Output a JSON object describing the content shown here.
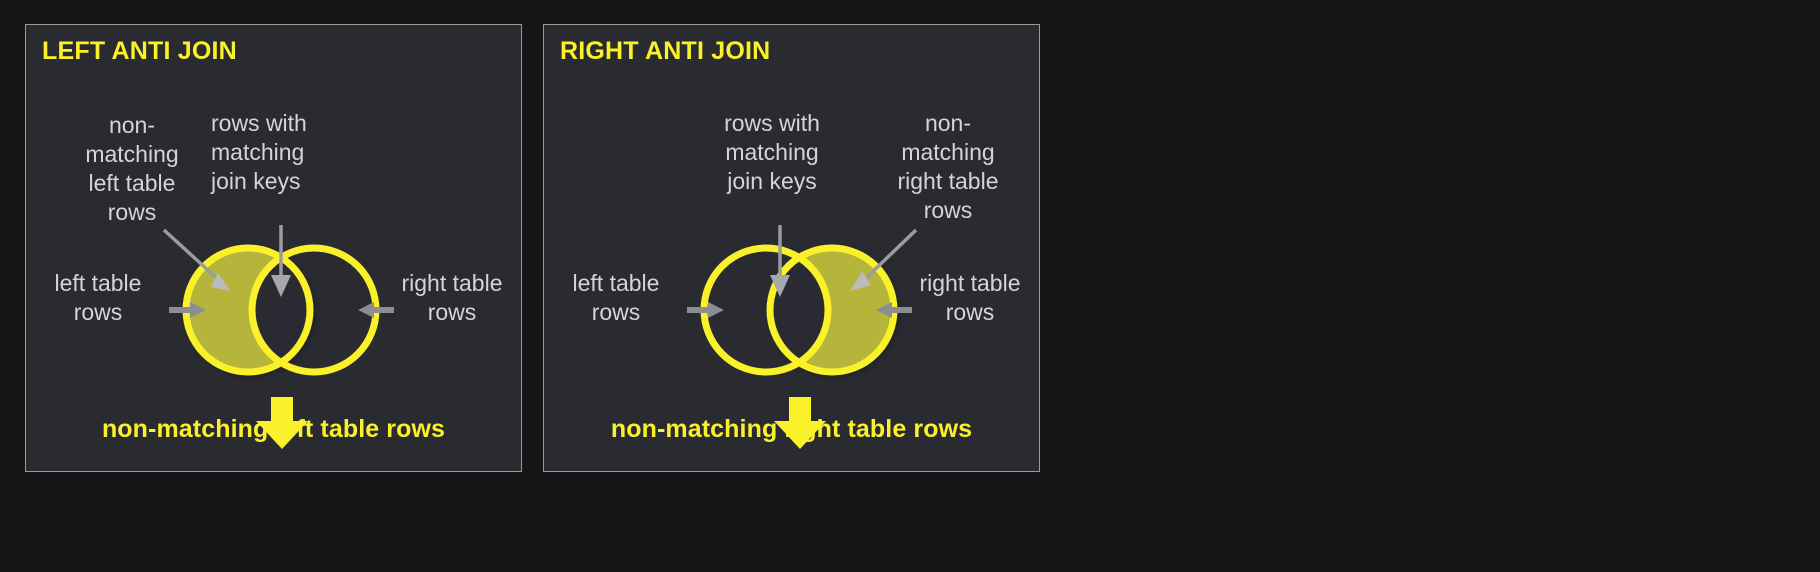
{
  "page": {
    "background_color": "#161616",
    "panel_background": "#292b31",
    "panel_border_color": "#9a9a9a",
    "accent_color": "#faf12a",
    "fill_color": "#b5b43a",
    "label_color": "#d5d5d5",
    "arrow_color": "#8b8d92"
  },
  "panels": [
    {
      "id": "left-anti-join",
      "title": "LEFT ANTI JOIN",
      "highlight": "left-only",
      "callouts": {
        "top_left": "non-\nmatching\nleft table\nrows",
        "top_right": "rows with\nmatching\njoin keys",
        "side_left": "left table\nrows",
        "side_right": "right table\nrows"
      },
      "result_caption": "non-matching left table rows",
      "down_arrow_icon": "down-arrow-icon"
    },
    {
      "id": "right-anti-join",
      "title": "RIGHT ANTI JOIN",
      "highlight": "right-only",
      "callouts": {
        "top_left": "rows with\nmatching\njoin keys",
        "top_right": "non-\nmatching\nright table\nrows",
        "side_left": "left table\nrows",
        "side_right": "right table\nrows"
      },
      "result_caption": "non-matching right table rows",
      "down_arrow_icon": "down-arrow-icon"
    }
  ]
}
